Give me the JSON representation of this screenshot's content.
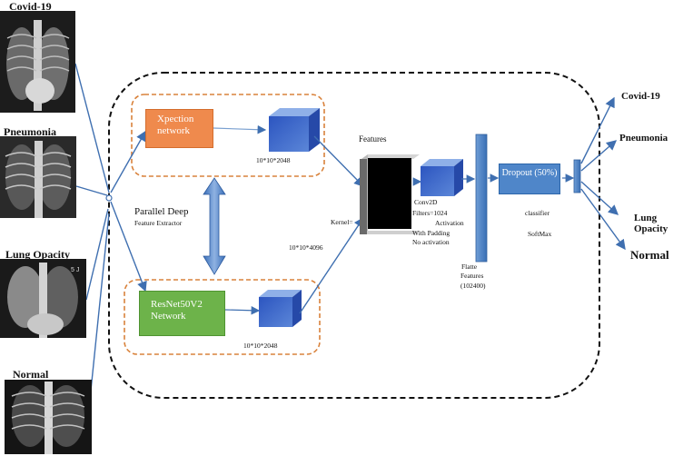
{
  "inputs": {
    "covid": "Covid-19",
    "pneumonia": "Pneumonia",
    "lung_opacity": "Lung Opacity",
    "normal": "Normal"
  },
  "backbones": {
    "xception": "Xpection network",
    "resnet": "ResNet50V2 Network",
    "xception_shape": "10*10*2048",
    "resnet_shape": "10*10*2048",
    "parallel_title": "Parallel Deep",
    "parallel_sub": "Feature Extractor"
  },
  "features": {
    "title": "Features",
    "concat_shape": "10*10*4096",
    "kernel": "Kernel="
  },
  "conv": {
    "line1": "Conv2D",
    "line2": "Filters=1024",
    "line3": "Activation",
    "line4": "With Padding",
    "line5": "No activation"
  },
  "flatten": {
    "line1": "Flatte",
    "line2": "Features",
    "line3": "(102400)"
  },
  "dropout": {
    "label": "Dropout (50%)"
  },
  "classifier": {
    "label": "classifier",
    "activation": "SoftMax"
  },
  "outputs": {
    "covid": "Covid-19",
    "pneumonia": "Pneumonia",
    "lung_opacity": "Lung Opacity",
    "normal": "Normal"
  },
  "colors": {
    "arrow": "#3f6fb0",
    "orange": "#ef8a4d",
    "green": "#6db34a",
    "cube": "#3a66c4",
    "dashed_orange": "#d9823b"
  }
}
